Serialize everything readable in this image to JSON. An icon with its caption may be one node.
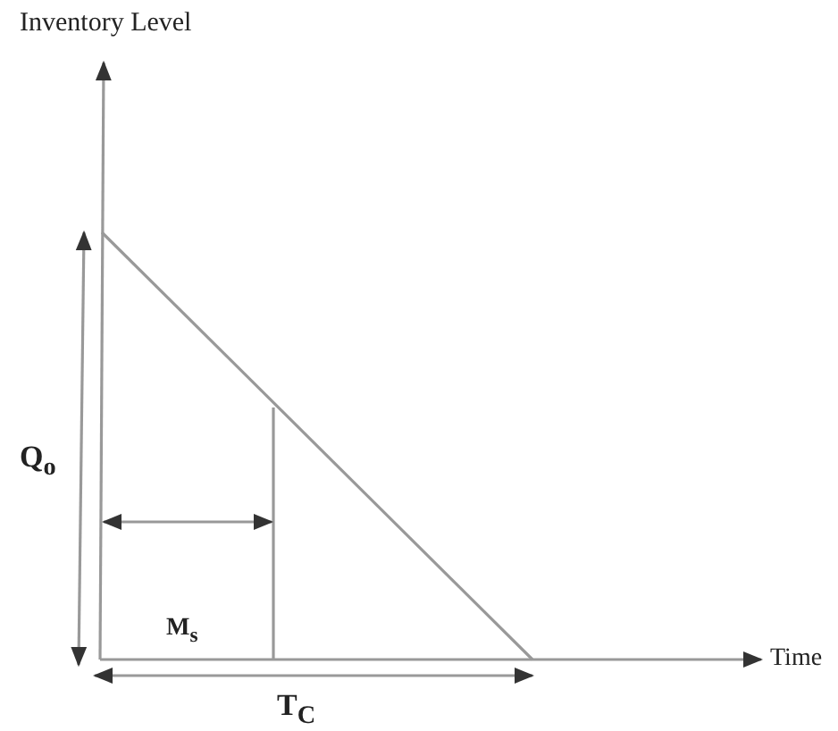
{
  "diagram": {
    "labels": [
      "Inventory Level",
      "Q$_{o}$",
      "M$_{s}$",
      "T$_{C}$",
      "Time"
    ]
  }
}
